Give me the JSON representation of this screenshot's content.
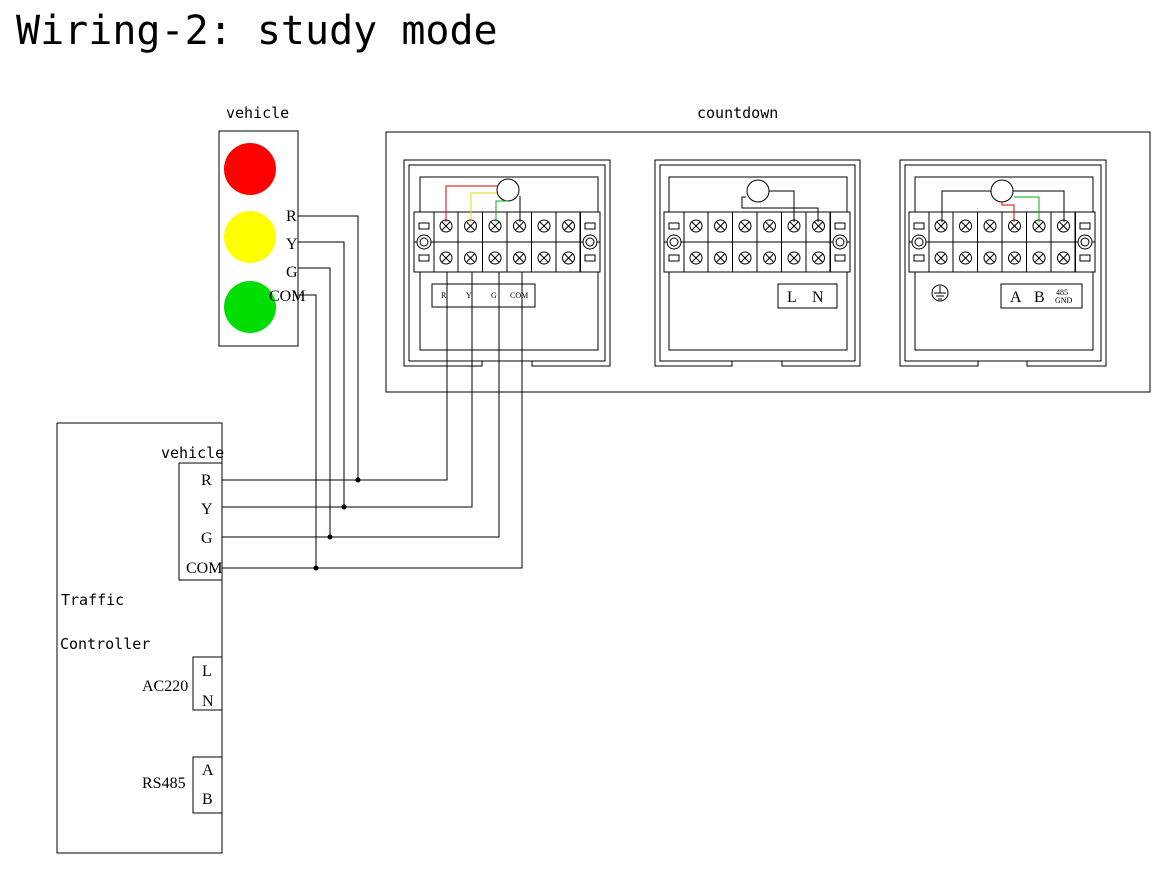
{
  "title": "Wiring-2: study mode",
  "signal": {
    "label": "vehicle",
    "terminals": [
      "R",
      "Y",
      "G",
      "COM"
    ],
    "lamp_colors": [
      "#ff0000",
      "#ffff00",
      "#00dd00"
    ]
  },
  "countdown": {
    "label": "countdown",
    "unit1_terminals": [
      "R",
      "Y",
      "G",
      "COM"
    ],
    "unit2_terminals": [
      "L",
      "N"
    ],
    "unit3_terminals": [
      "A",
      "B"
    ],
    "unit3_gnd_top": "485",
    "unit3_gnd_bottom": "GND"
  },
  "controller": {
    "name_line1": "Traffic",
    "name_line2": "Controller",
    "vehicle_label": "vehicle",
    "vehicle_terminals": [
      "R",
      "Y",
      "G",
      "COM"
    ],
    "power_label": "AC220",
    "power_terminals": [
      "L",
      "N"
    ],
    "comm_label": "RS485",
    "comm_terminals": [
      "A",
      "B"
    ]
  },
  "wire_colors": {
    "red": "#e00000",
    "yellow": "#e8d800",
    "green": "#00b000"
  }
}
